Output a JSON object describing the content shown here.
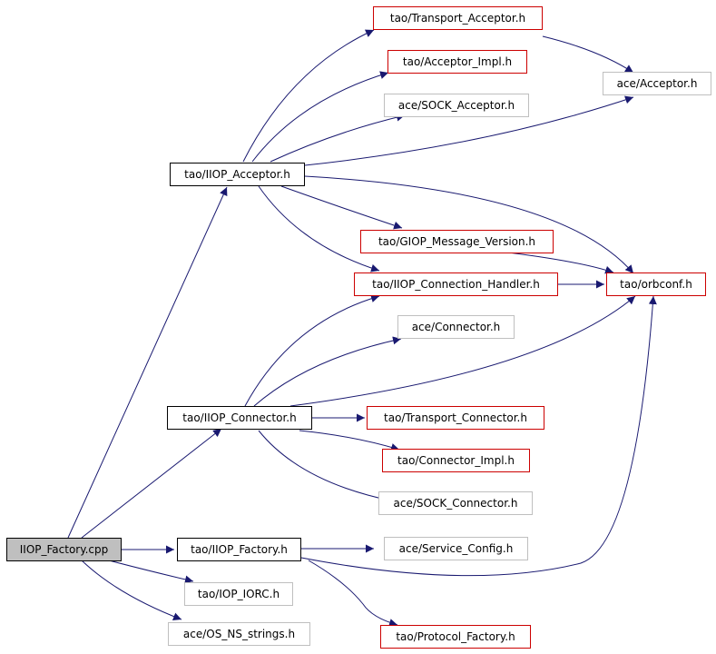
{
  "diagram": {
    "edge_color": "#191970",
    "nodes": {
      "iiop_factory_cpp": "IIOP_Factory.cpp",
      "iiop_acceptor_h": "tao/IIOP_Acceptor.h",
      "iiop_connector_h": "tao/IIOP_Connector.h",
      "iiop_factory_h": "tao/IIOP_Factory.h",
      "iop_iorc_h": "tao/IOP_IORC.h",
      "os_ns_strings_h": "ace/OS_NS_strings.h",
      "transport_acceptor_h": "tao/Transport_Acceptor.h",
      "acceptor_impl_h": "tao/Acceptor_Impl.h",
      "sock_acceptor_h": "ace/SOCK_Acceptor.h",
      "ace_acceptor_h": "ace/Acceptor.h",
      "giop_message_version_h": "tao/GIOP_Message_Version.h",
      "iiop_connection_handler_h": "tao/IIOP_Connection_Handler.h",
      "orbconf_h": "tao/orbconf.h",
      "ace_connector_h": "ace/Connector.h",
      "transport_connector_h": "tao/Transport_Connector.h",
      "connector_impl_h": "tao/Connector_Impl.h",
      "sock_connector_h": "ace/SOCK_Connector.h",
      "service_config_h": "ace/Service_Config.h",
      "protocol_factory_h": "tao/Protocol_Factory.h"
    }
  }
}
